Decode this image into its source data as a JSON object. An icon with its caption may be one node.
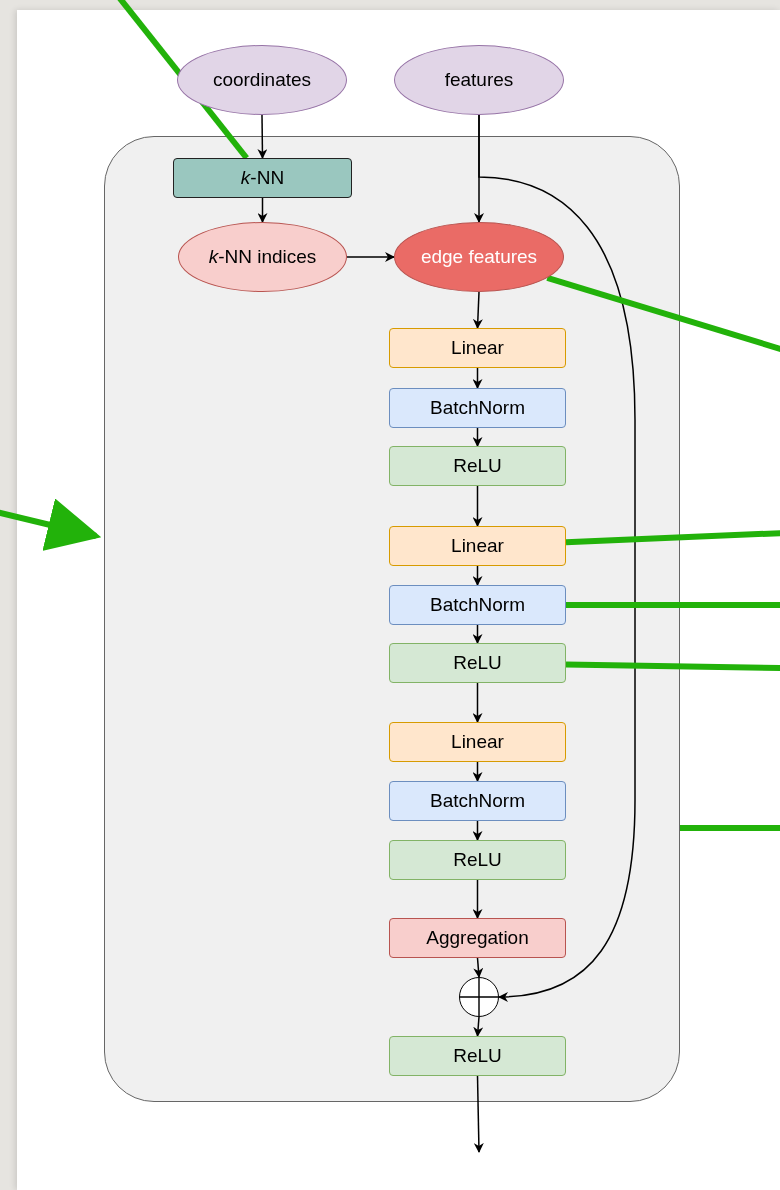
{
  "diagram": {
    "nodes": [
      {
        "text": [
          "coordinates"
        ]
      },
      {
        "text": [
          "features"
        ]
      },
      {
        "text": [],
        "shape": "box"
      },
      {
        "text": [
          "*k*-NN"
        ],
        "in": 2
      },
      {
        "text": [
          "*k*-NN indices"
        ],
        "in": 2
      },
      {
        "text": [
          "edge features"
        ],
        "in": 2
      },
      {
        "text": [
          "Linear"
        ],
        "in": 2
      },
      {
        "text": [
          "BatchNorm"
        ],
        "in": 2
      },
      {
        "text": [
          "ReLU"
        ],
        "in": 2
      },
      {
        "text": [
          "Linear"
        ],
        "in": 2
      },
      {
        "text": [
          "BatchNorm"
        ],
        "in": 2
      },
      {
        "text": [
          "ReLU"
        ],
        "in": 2
      },
      {
        "text": [
          "Linear"
        ],
        "in": 2
      },
      {
        "text": [
          "BatchNorm"
        ],
        "in": 2
      },
      {
        "text": [
          "ReLU"
        ],
        "in": 2
      },
      {
        "text": [
          "Aggregation"
        ],
        "in": 2
      },
      {
        "text": [],
        "shape": "circle",
        "in": 2
      },
      {
        "text": [
          "ReLU"
        ],
        "in": 2
      }
    ],
    "edges": [
      {
        "from": 0,
        "to": 3,
        "arrow": "to"
      },
      {
        "from": 3,
        "to": 4,
        "arrow": "to"
      },
      {
        "from": 4,
        "to": 5,
        "arrow": "to"
      },
      {
        "from": 1,
        "to": 5,
        "arrow": "to"
      },
      {
        "from": 1,
        "to": 16,
        "arrow": "to"
      },
      {
        "from": 5,
        "to": 6,
        "arrow": "to"
      },
      {
        "from": 6,
        "to": 7,
        "arrow": "to"
      },
      {
        "from": 7,
        "to": 8,
        "arrow": "to"
      },
      {
        "from": 8,
        "to": 9,
        "arrow": "to"
      },
      {
        "from": 9,
        "to": 10,
        "arrow": "to"
      },
      {
        "from": 10,
        "to": 11,
        "arrow": "to"
      },
      {
        "from": 11,
        "to": 12,
        "arrow": "to"
      },
      {
        "from": 12,
        "to": 13,
        "arrow": "to"
      },
      {
        "from": 13,
        "to": 14,
        "arrow": "to"
      },
      {
        "from": 14,
        "to": 15,
        "arrow": "to"
      },
      {
        "from": 15,
        "to": 16,
        "arrow": "to"
      },
      {
        "from": 16,
        "to": 17,
        "arrow": "to"
      },
      {
        "from": 17,
        "to": null,
        "arrow": "to"
      },
      {
        "from": null,
        "to": 3,
        "arrow": "none",
        "style": "thick",
        "color": "#22b20a"
      },
      {
        "from": null,
        "to": 5,
        "arrow": "none",
        "style": "thick",
        "color": "#22b20a"
      },
      {
        "from": null,
        "to": 9,
        "arrow": "none",
        "style": "thick",
        "color": "#22b20a"
      },
      {
        "from": null,
        "to": 10,
        "arrow": "none",
        "style": "thick",
        "color": "#22b20a"
      },
      {
        "from": null,
        "to": 11,
        "arrow": "none",
        "style": "thick",
        "color": "#22b20a"
      },
      {
        "from": null,
        "to": 2,
        "arrow": "none",
        "style": "thick",
        "color": "#22b20a"
      },
      {
        "from": null,
        "to": 2,
        "arrow": "to",
        "style": "thick",
        "color": "#22b20a"
      }
    ]
  }
}
